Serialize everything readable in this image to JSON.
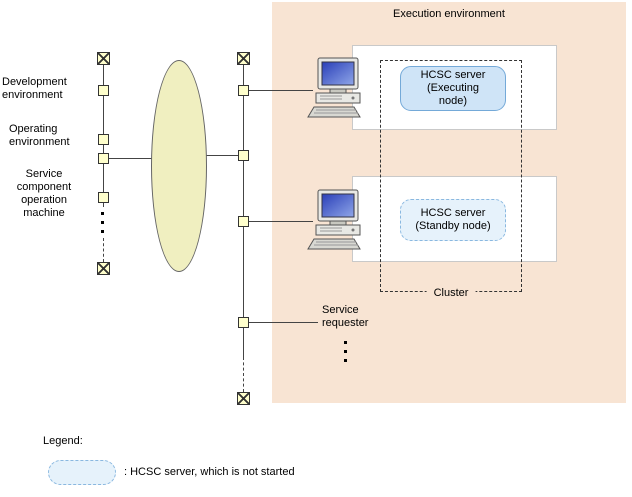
{
  "header": {
    "title": "Execution environment"
  },
  "left_column": {
    "development_label": "Development environment",
    "operating_label": "Operating environment",
    "service_component_label": "Service component operation machine"
  },
  "servers": {
    "executing_label": "HCSC server\n(Executing\nnode)",
    "standby_label": "HCSC server\n(Standby node)"
  },
  "cluster": {
    "label": "Cluster"
  },
  "service_requester": {
    "label": "Service requester"
  },
  "legend": {
    "title": "Legend:",
    "hcsc_not_started": ": HCSC server, which is not started"
  },
  "colors": {
    "execution_environment_bg": "#f8e4d3",
    "node_square_fill": "#ffffcc",
    "network_ellipse_fill": "#f0efc0",
    "hcsc_executing_fill": "#cfe4f7",
    "hcsc_executing_border": "#74a9d8",
    "hcsc_standby_fill": "#e6f2fb",
    "hcsc_standby_border": "#8ab8e0"
  }
}
